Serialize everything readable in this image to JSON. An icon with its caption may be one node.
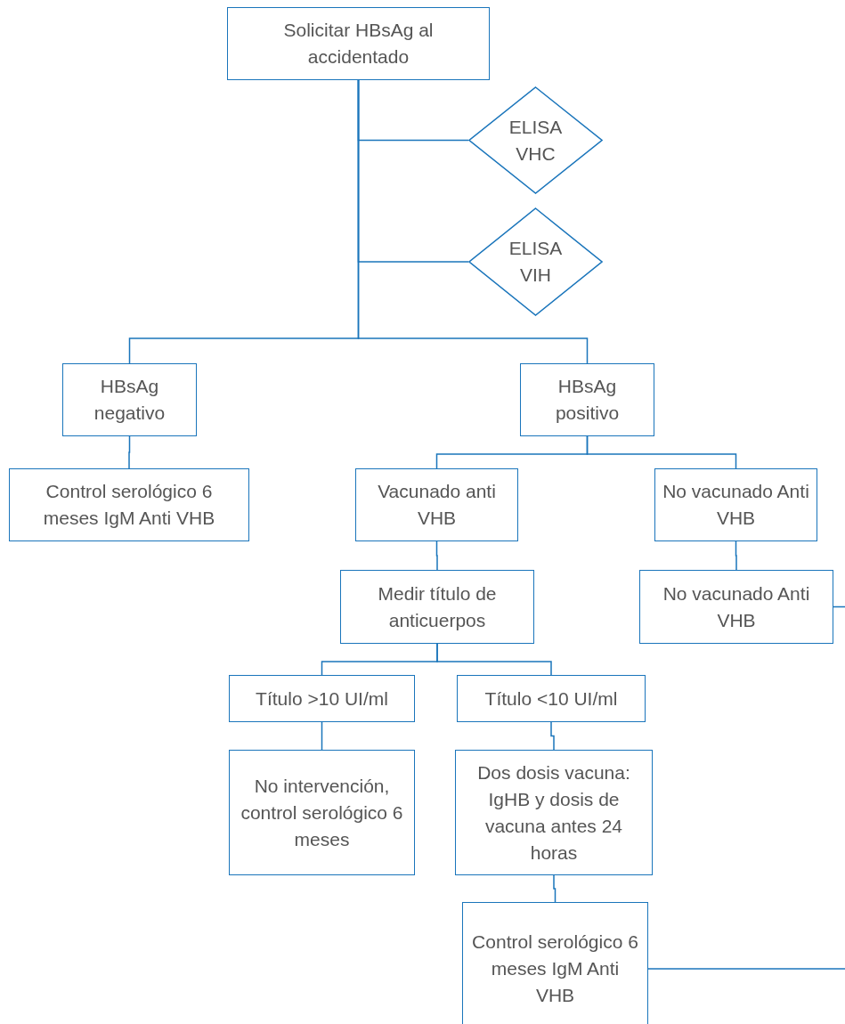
{
  "diagram": {
    "nodes": [
      {
        "text": [
          "Solicitar HBsAg al accidentado"
        ]
      },
      {
        "text": [
          "ELISA VHC"
        ]
      },
      {
        "text": [
          "ELISA VIH"
        ]
      },
      {
        "text": [
          "HBsAg negativo"
        ]
      },
      {
        "text": [
          "HBsAg positivo"
        ]
      },
      {
        "text": [
          "Control serológico 6 meses IgM Anti VHB"
        ]
      },
      {
        "text": [
          "Vacunado anti VHB"
        ]
      },
      {
        "text": [
          "No vacunado Anti VHB"
        ]
      },
      {
        "text": [
          "Medir título de anticuerpos"
        ]
      },
      {
        "text": [
          "No vacunado Anti VHB"
        ]
      },
      {
        "text": [
          "Título >10 UI/ml"
        ]
      },
      {
        "text": [
          "Título <10 UI/ml"
        ]
      },
      {
        "text": [
          "No intervención, control serológico 6 meses"
        ]
      },
      {
        "text": [
          "Dos dosis vacuna: IgHB y dosis de vacuna antes 24 horas"
        ]
      },
      {
        "text": [
          "Control serológico 6 meses IgM Anti VHB"
        ]
      }
    ],
    "edges": [
      {
        "from": 0,
        "to": 1,
        "arrow": "none"
      },
      {
        "from": 0,
        "to": 2,
        "arrow": "none"
      },
      {
        "from": 0,
        "to": 3,
        "arrow": "none"
      },
      {
        "from": 0,
        "to": 4,
        "arrow": "none"
      },
      {
        "from": 3,
        "to": 5,
        "arrow": "none"
      },
      {
        "from": 4,
        "to": 6,
        "arrow": "none"
      },
      {
        "from": 4,
        "to": 7,
        "arrow": "none"
      },
      {
        "from": 6,
        "to": 8,
        "arrow": "none"
      },
      {
        "from": 7,
        "to": 9,
        "arrow": "none"
      },
      {
        "from": 9,
        "to": null,
        "arrow": "none"
      },
      {
        "from": 8,
        "to": 10,
        "arrow": "none"
      },
      {
        "from": 8,
        "to": 11,
        "arrow": "none"
      },
      {
        "from": 10,
        "to": 12,
        "arrow": "none"
      },
      {
        "from": 11,
        "to": 13,
        "arrow": "none"
      },
      {
        "from": 13,
        "to": 14,
        "arrow": "none"
      },
      {
        "from": 14,
        "to": null,
        "arrow": "none"
      }
    ]
  }
}
